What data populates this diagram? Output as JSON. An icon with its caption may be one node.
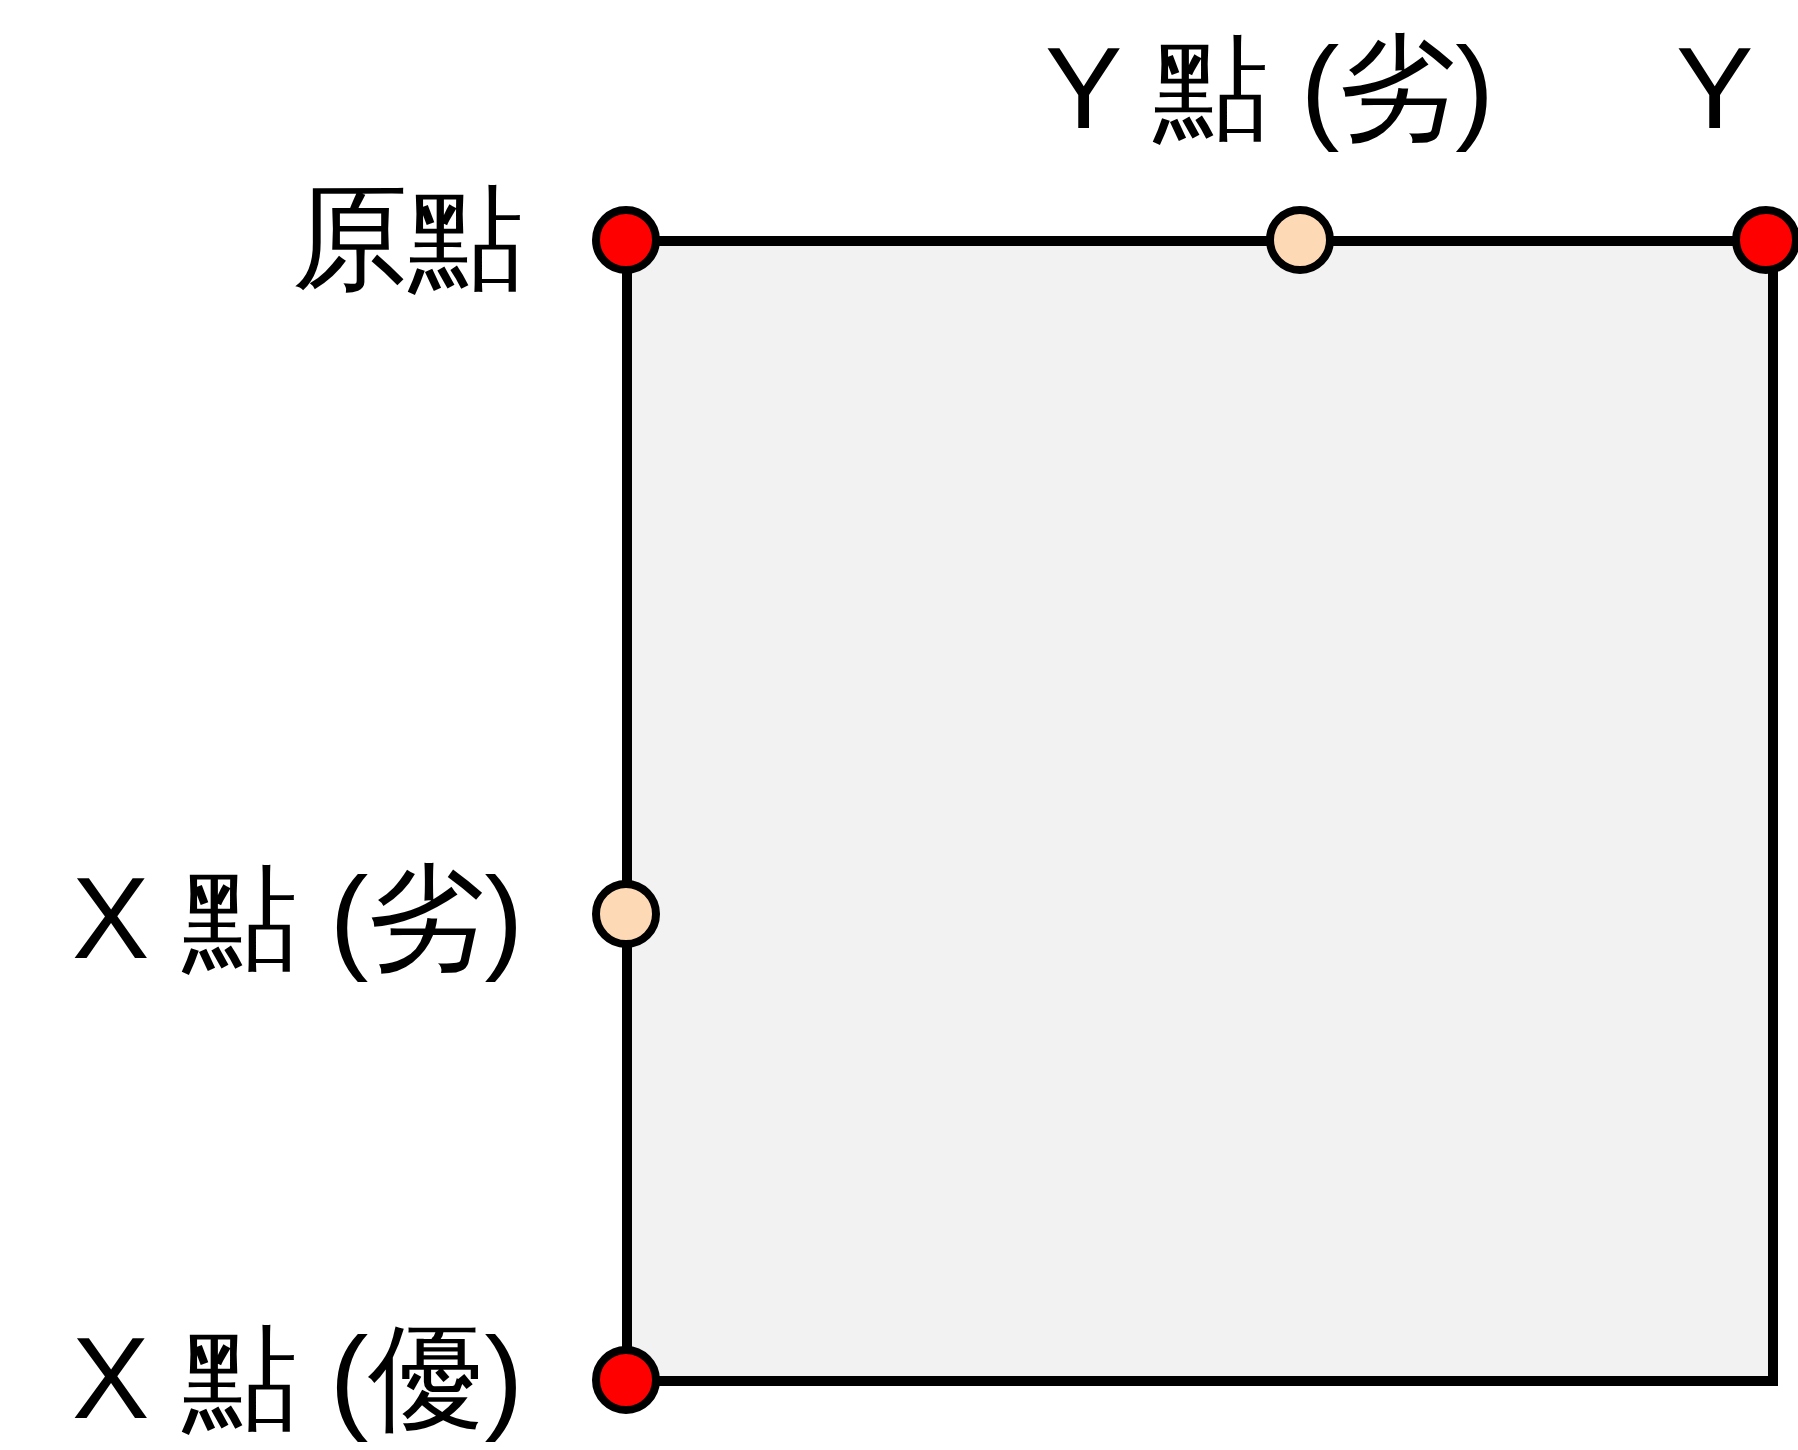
{
  "diagram": {
    "nodes": [
      {
        "text": [],
        "shape": "box"
      },
      {
        "text": [],
        "shape": "circle",
        "beside": [
          "原點"
        ]
      },
      {
        "text": [],
        "shape": "circle",
        "beside": [
          "Y 點 (劣)"
        ]
      },
      {
        "text": [],
        "shape": "circle",
        "beside": [
          "Y"
        ]
      },
      {
        "text": [],
        "shape": "circle",
        "beside": [
          "X 點 (劣)"
        ]
      },
      {
        "text": [],
        "shape": "circle",
        "beside": [
          "X 點 (優)"
        ]
      }
    ]
  }
}
